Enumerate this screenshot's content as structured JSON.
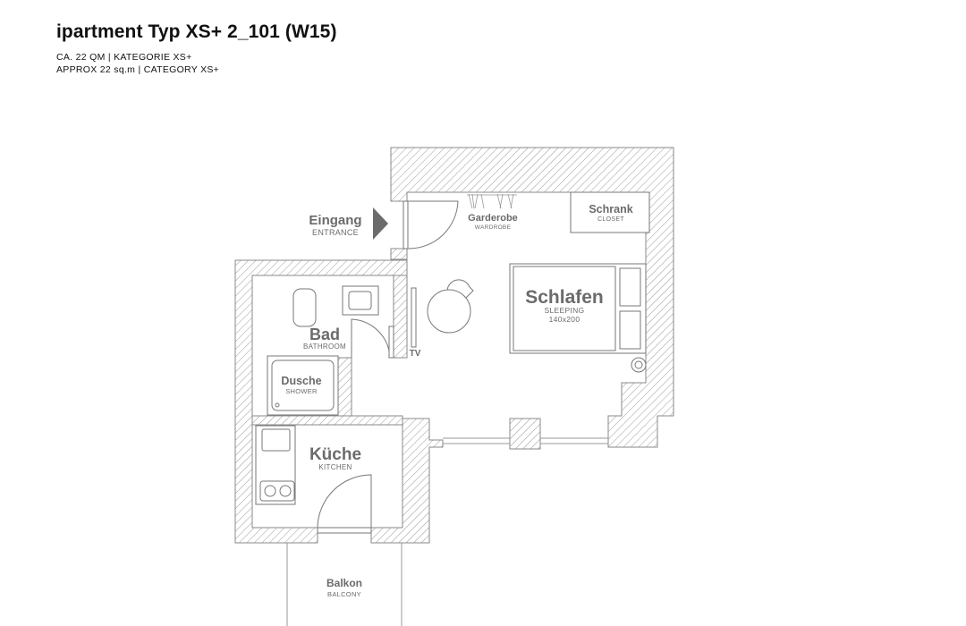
{
  "header": {
    "title": "ipartment Typ XS+ 2_101 (W15)",
    "line1": "CA. 22 QM | KATEGORIE XS+",
    "line2": "APPROX 22 sq.m | CATEGORY XS+"
  },
  "rooms": {
    "entrance": {
      "name": "Eingang",
      "sub": "ENTRANCE"
    },
    "wardrobe": {
      "name": "Garderobe",
      "sub": "WARDROBE"
    },
    "closet": {
      "name": "Schrank",
      "sub": "CLOSET"
    },
    "sleeping": {
      "name": "Schlafen",
      "sub": "SLEEPING",
      "size": "140x200"
    },
    "bathroom": {
      "name": "Bad",
      "sub": "BATHROOM"
    },
    "shower": {
      "name": "Dusche",
      "sub": "SHOWER"
    },
    "tv": "TV",
    "kitchen": {
      "name": "Küche",
      "sub": "KITCHEN"
    },
    "balcony": {
      "name": "Balkon",
      "sub": "BALCONY"
    }
  }
}
